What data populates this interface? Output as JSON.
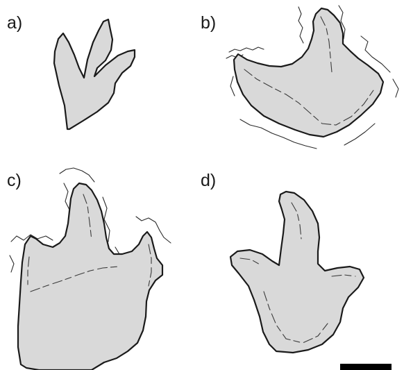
{
  "panels": [
    {
      "label": "a)"
    },
    {
      "label": "b)"
    },
    {
      "label": "c)"
    },
    {
      "label": "d)"
    }
  ],
  "colors": {
    "track_fill": "#d9d9d9",
    "outline": "#1a1a1a",
    "scale_bar": "#000000"
  }
}
